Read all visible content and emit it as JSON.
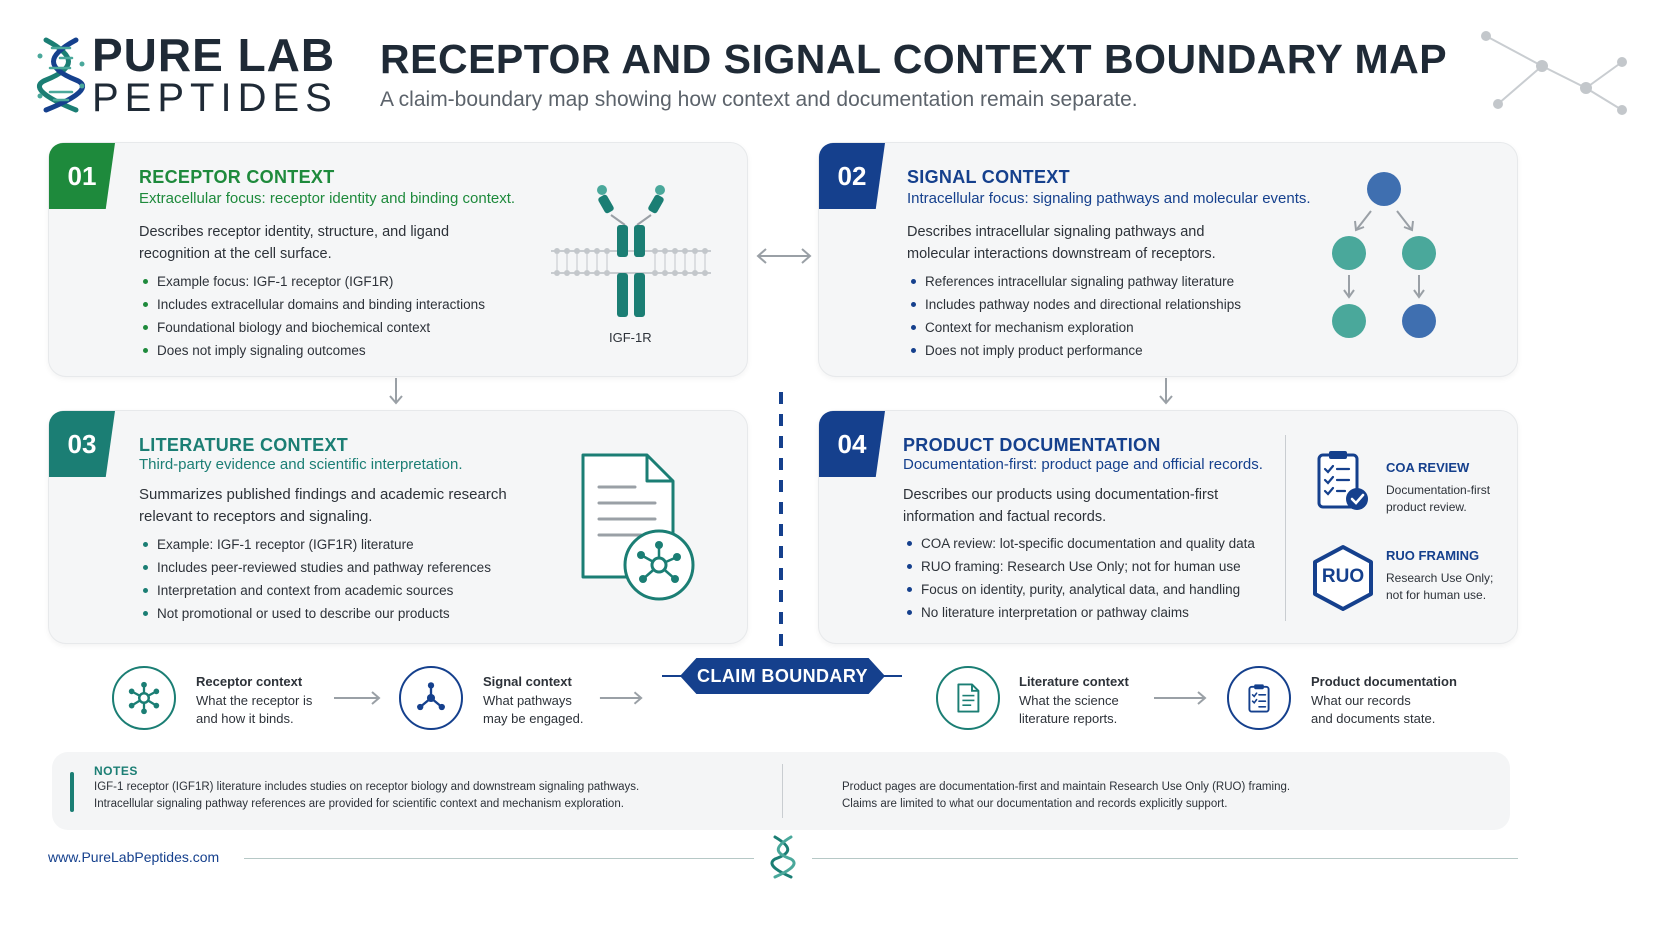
{
  "brand": {
    "word1": "PURE LAB",
    "word2": "PEPTIDES",
    "url": "www.PureLabPeptides.com"
  },
  "header": {
    "title": "RECEPTOR AND SIGNAL CONTEXT BOUNDARY MAP",
    "subtitle": "A claim-boundary map showing how context and documentation remain separate."
  },
  "colors": {
    "green": "#1e8a3c",
    "navy": "#15408d",
    "teal": "#1b7e74",
    "node_teal": "#4aa89b",
    "node_blue": "#3f6fb0"
  },
  "cards": [
    {
      "number": "01",
      "title": "RECEPTOR CONTEXT",
      "subtitle": "Extracellular focus: receptor identity and binding context.",
      "description": "Describes receptor identity, structure, and ligand recognition at the cell surface.",
      "bullets": [
        "Example focus: IGF-1 receptor (IGF1R)",
        "Includes extracellular domains and binding interactions",
        "Foundational biology and biochemical context",
        "Does not imply signaling outcomes"
      ],
      "figure_label": "IGF-1R",
      "icon": "receptor-icon"
    },
    {
      "number": "02",
      "title": "SIGNAL CONTEXT",
      "subtitle": "Intracellular focus: signaling pathways and molecular events.",
      "description": "Describes intracellular signaling pathways and molecular interactions downstream of receptors.",
      "bullets": [
        "References intracellular signaling pathway literature",
        "Includes pathway nodes and directional relationships",
        "Context for mechanism exploration",
        "Does not imply product performance"
      ],
      "icon": "pathway-tree-icon"
    },
    {
      "number": "03",
      "title": "LITERATURE CONTEXT",
      "subtitle": "Third-party evidence and scientific interpretation.",
      "description": "Summarizes published findings and academic research relevant to receptors and signaling.",
      "bullets": [
        "Example: IGF-1 receptor (IGF1R) literature",
        "Includes peer-reviewed studies and pathway references",
        "Interpretation and context from academic sources",
        "Not promotional or used to describe our products"
      ],
      "icon": "document-network-icon"
    },
    {
      "number": "04",
      "title": "PRODUCT DOCUMENTATION",
      "subtitle": "Documentation-first: product page and official records.",
      "description": "Describes our products using documentation-first information and factual records.",
      "bullets": [
        "COA review: lot-specific documentation and quality data",
        "RUO framing: Research Use Only; not for human use",
        "Focus on identity, purity, analytical data, and handling",
        "No literature interpretation or pathway claims"
      ],
      "side": [
        {
          "title": "COA REVIEW",
          "text_line1": "Documentation-first",
          "text_line2": "product review.",
          "icon": "checklist-icon"
        },
        {
          "title": "RUO FRAMING",
          "badge": "RUO",
          "text_line1": "Research Use Only;",
          "text_line2": "not for human use.",
          "icon": "ruo-hexagon-icon"
        }
      ]
    }
  ],
  "flow": {
    "banner": "CLAIM BOUNDARY",
    "steps": [
      {
        "title": "Receptor context",
        "line1": "What the receptor is",
        "line2": "and how it binds.",
        "icon": "molecule-icon"
      },
      {
        "title": "Signal context",
        "line1": "What pathways",
        "line2": "may be engaged.",
        "icon": "branch-node-icon"
      },
      {
        "title": "Literature context",
        "line1": "What the science",
        "line2": "literature reports.",
        "icon": "document-icon"
      },
      {
        "title": "Product documentation",
        "line1": "What our records",
        "line2": "and documents state.",
        "icon": "clipboard-icon"
      }
    ]
  },
  "notes": {
    "label": "NOTES",
    "left": [
      "IGF-1 receptor (IGF1R) literature includes studies on receptor biology and downstream signaling pathways.",
      "Intracellular signaling pathway references are provided for scientific context and mechanism exploration."
    ],
    "right": [
      "Product pages are documentation-first and maintain Research Use Only (RUO) framing.",
      "Claims are limited to what our documentation and records explicitly support."
    ]
  }
}
